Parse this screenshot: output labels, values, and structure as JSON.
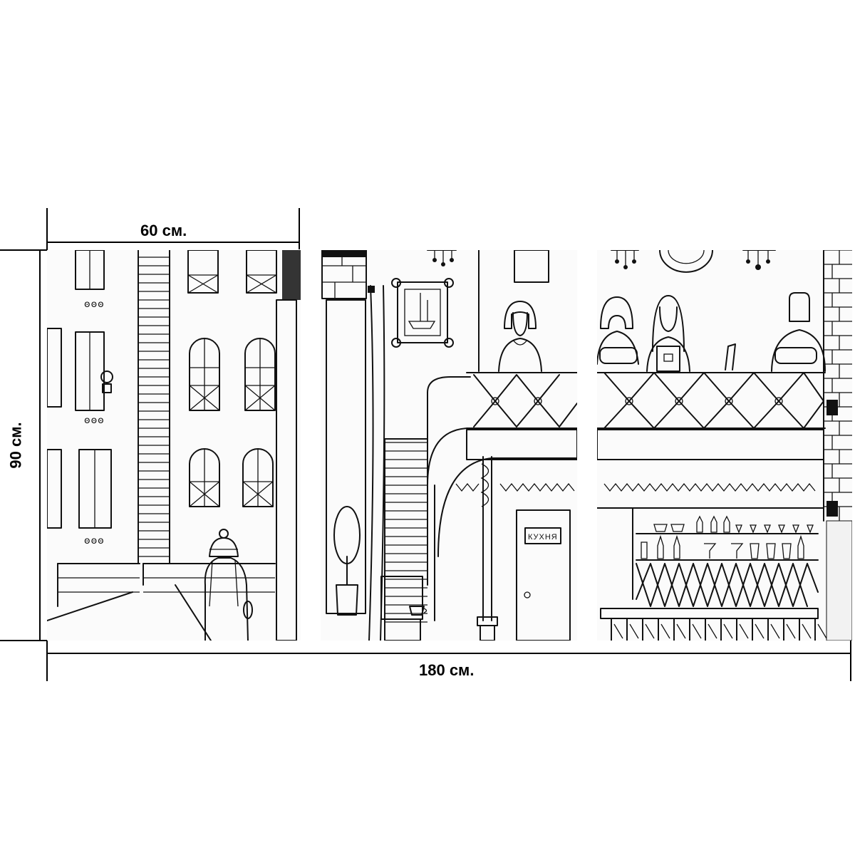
{
  "dimensions": {
    "panel_width_label": "60 см.",
    "total_width_label": "180 см.",
    "height_label": "90 см."
  },
  "artwork": {
    "kitchen_sign": "КУХНЯ"
  },
  "colors": {
    "ink": "#111111",
    "background": "#ffffff"
  }
}
